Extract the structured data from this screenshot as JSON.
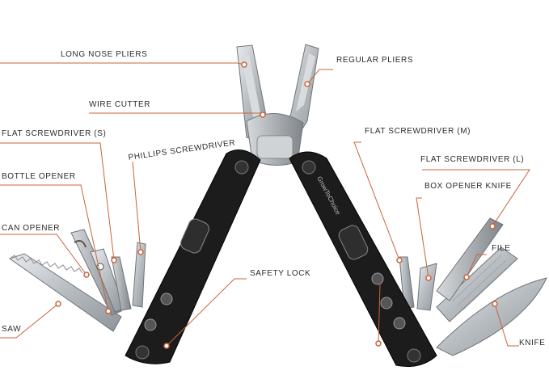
{
  "labels": {
    "long_nose_pliers": "LONG NOSE PLIERS",
    "regular_pliers": "REGULAR PLIERS",
    "wire_cutter": "WIRE CUTTER",
    "flat_screwdriver_s": "FLAT SCREWDRIVER (S)",
    "phillips_screwdriver": "PHILLIPS SCREWDRIVER",
    "flat_screwdriver_m": "FLAT SCREWDRIVER (M)",
    "flat_screwdriver_l": "FLAT SCREWDRIVER (L)",
    "bottle_opener": "BOTTLE OPENER",
    "box_opener_knife": "BOX OPENER KNIFE",
    "can_opener": "CAN OPENER",
    "file": "FILE",
    "safety_lock": "SAFETY LOCK",
    "saw": "SAW",
    "knife": "KNIFE"
  },
  "brand": "GrowToChoice",
  "colors": {
    "accent": "#c8643a",
    "handle": "#1c1c1c",
    "steel": "#bfc3c7",
    "text": "#2b2b2b"
  }
}
